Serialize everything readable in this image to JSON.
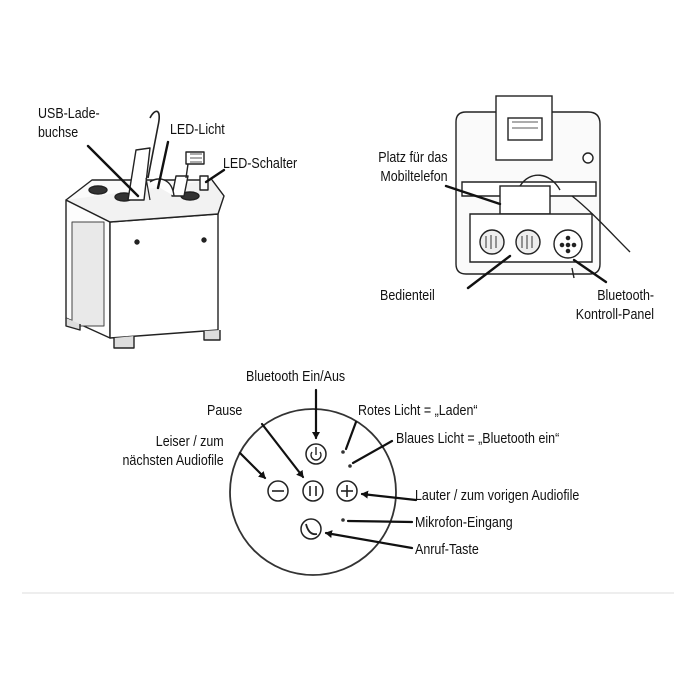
{
  "top_left": {
    "usb_port_line1": "USB-Lade-",
    "usb_port_line2": "buchse",
    "led_light": "LED-Licht",
    "led_switch": "LED-Schalter"
  },
  "top_right": {
    "phone_place_line1": "Platz für das",
    "phone_place_line2": "Mobiltelefon",
    "control_unit": "Bedienteil",
    "bt_panel_line1": "Bluetooth-",
    "bt_panel_line2": "Kontroll-Panel"
  },
  "panel": {
    "bluetooth_onoff": "Bluetooth Ein/Aus",
    "pause": "Pause",
    "red_light": "Rotes Licht = „Laden“",
    "blue_light": "Blaues Licht = „Bluetooth ein“",
    "volume_down_line1": "Leiser / zum",
    "volume_down_line2": "nächsten Audiofile",
    "volume_up": "Lauter / zum vorigen Audiofile",
    "mic_input": "Mikrofon-Eingang",
    "call_button": "Anruf-Taste"
  }
}
